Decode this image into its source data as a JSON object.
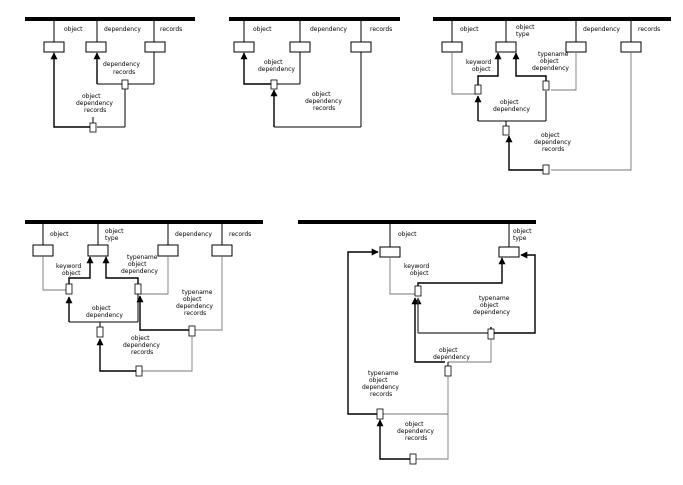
{
  "colors": {
    "line": "#000000",
    "thin_line": "#777777",
    "background": "#ffffff"
  },
  "labels": {
    "object": "object",
    "dependency": "dependency",
    "objectType": [
      "object",
      "type"
    ],
    "records": "records",
    "objectDependency": [
      "object",
      "dependency"
    ],
    "objectDependencyRecords": [
      "object",
      "dependency",
      "records"
    ],
    "typeKeyword": [
      "keyword",
      "object"
    ],
    "typeObjectDependency": [
      "typename",
      "object",
      "dependency"
    ],
    "typeObjectDependencyRecords": [
      "typename",
      "object",
      "dependency",
      "records"
    ]
  }
}
